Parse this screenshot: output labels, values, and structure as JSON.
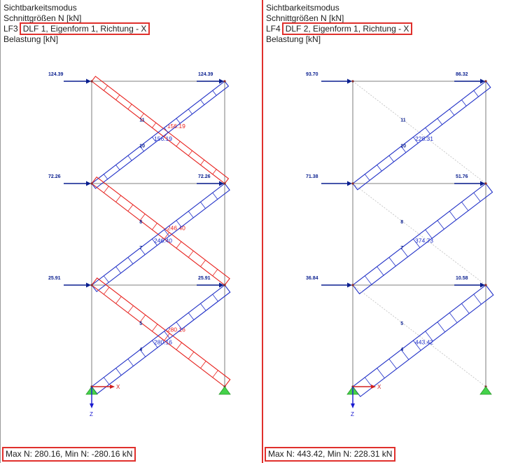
{
  "panels": [
    {
      "header": {
        "line1": "Sichtbarkeitsmodus",
        "line2": "Schnittgrößen N [kN]",
        "case_id": "LF3",
        "case_desc": "DLF 1, Eigenform 1, Richtung - X",
        "line4": "Belastung [kN]"
      },
      "loads": [
        {
          "level": 0,
          "left": "124.39",
          "right": "124.39"
        },
        {
          "level": 1,
          "left": "72.26",
          "right": "72.26"
        },
        {
          "level": 2,
          "left": "25.91",
          "right": "25.91"
        }
      ],
      "members": [
        {
          "id": "11",
          "storey": 0,
          "dir": "down",
          "force": "-156.19",
          "color": "#e8201c"
        },
        {
          "id": "10",
          "storey": 0,
          "dir": "up",
          "force": "156.19",
          "color": "#2030c8"
        },
        {
          "id": "8",
          "storey": 1,
          "dir": "down",
          "force": "-246.40",
          "color": "#e8201c"
        },
        {
          "id": "7",
          "storey": 1,
          "dir": "up",
          "force": "246.40",
          "color": "#2030c8"
        },
        {
          "id": "5",
          "storey": 2,
          "dir": "down",
          "force": "-280.16",
          "color": "#e8201c"
        },
        {
          "id": "4",
          "storey": 2,
          "dir": "up",
          "force": "280.16",
          "color": "#2030c8"
        }
      ],
      "axes": {
        "x": "X",
        "z": "Z"
      },
      "footer": "Max N: 280.16, Min N: -280.16 kN"
    },
    {
      "header": {
        "line1": "Sichtbarkeitsmodus",
        "line2": "Schnittgrößen N [kN]",
        "case_id": "LF4",
        "case_desc": "DLF 2, Eigenform 1, Richtung - X",
        "line4": "Belastung [kN]"
      },
      "loads": [
        {
          "level": 0,
          "left": "93.70",
          "right": "86.32"
        },
        {
          "level": 1,
          "left": "71.38",
          "right": "51.76"
        },
        {
          "level": 2,
          "left": "36.84",
          "right": "10.58"
        }
      ],
      "members": [
        {
          "id": "11",
          "storey": 0,
          "dir": "down",
          "force": "",
          "color": "#e8201c"
        },
        {
          "id": "10",
          "storey": 0,
          "dir": "up",
          "force": "228.31",
          "color": "#2030c8"
        },
        {
          "id": "8",
          "storey": 1,
          "dir": "down",
          "force": "",
          "color": "#e8201c"
        },
        {
          "id": "7",
          "storey": 1,
          "dir": "up",
          "force": "374.73",
          "color": "#2030c8"
        },
        {
          "id": "5",
          "storey": 2,
          "dir": "down",
          "force": "",
          "color": "#e8201c"
        },
        {
          "id": "4",
          "storey": 2,
          "dir": "up",
          "force": "443.42",
          "color": "#2030c8"
        }
      ],
      "axes": {
        "x": "X",
        "z": "Z"
      },
      "footer": "Max N: 443.42, Min N: 228.31 kN"
    }
  ],
  "colors": {
    "compression": "#e8201c",
    "tension": "#2030c8",
    "load_arrow": "#0a1f8f",
    "frame": "#9a9a9a",
    "support": "#44d24a",
    "highlight": "#e0302c"
  }
}
